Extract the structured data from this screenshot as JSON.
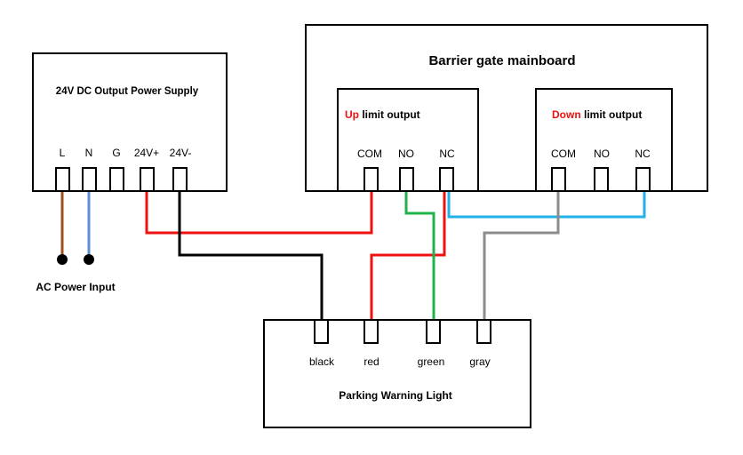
{
  "power_supply": {
    "title": "24V DC Output  Power Supply",
    "terminals": [
      "L",
      "N",
      "G",
      "24V+",
      "24V-"
    ]
  },
  "ac_input": {
    "label": "AC Power Input"
  },
  "mainboard": {
    "title": "Barrier gate mainboard",
    "up_output": {
      "highlight": "Up",
      "rest": " limit output",
      "terminals": [
        "COM",
        "NO",
        "NC"
      ]
    },
    "down_output": {
      "highlight": "Down",
      "rest": " limit output",
      "terminals": [
        "COM",
        "NO",
        "NC"
      ]
    }
  },
  "warning_light": {
    "title": "Parking Warning Light",
    "terminals": [
      "black",
      "red",
      "green",
      "gray"
    ]
  },
  "colors": {
    "red_wire": "#ee1111",
    "black_wire": "#000000",
    "green_wire": "#22b04c",
    "gray_wire": "#8c8c8c",
    "blue_wire": "#22b0e6",
    "brown_wire": "#a0501e",
    "steel_wire": "#5b8fd0",
    "highlight_text": "#ee1111"
  }
}
